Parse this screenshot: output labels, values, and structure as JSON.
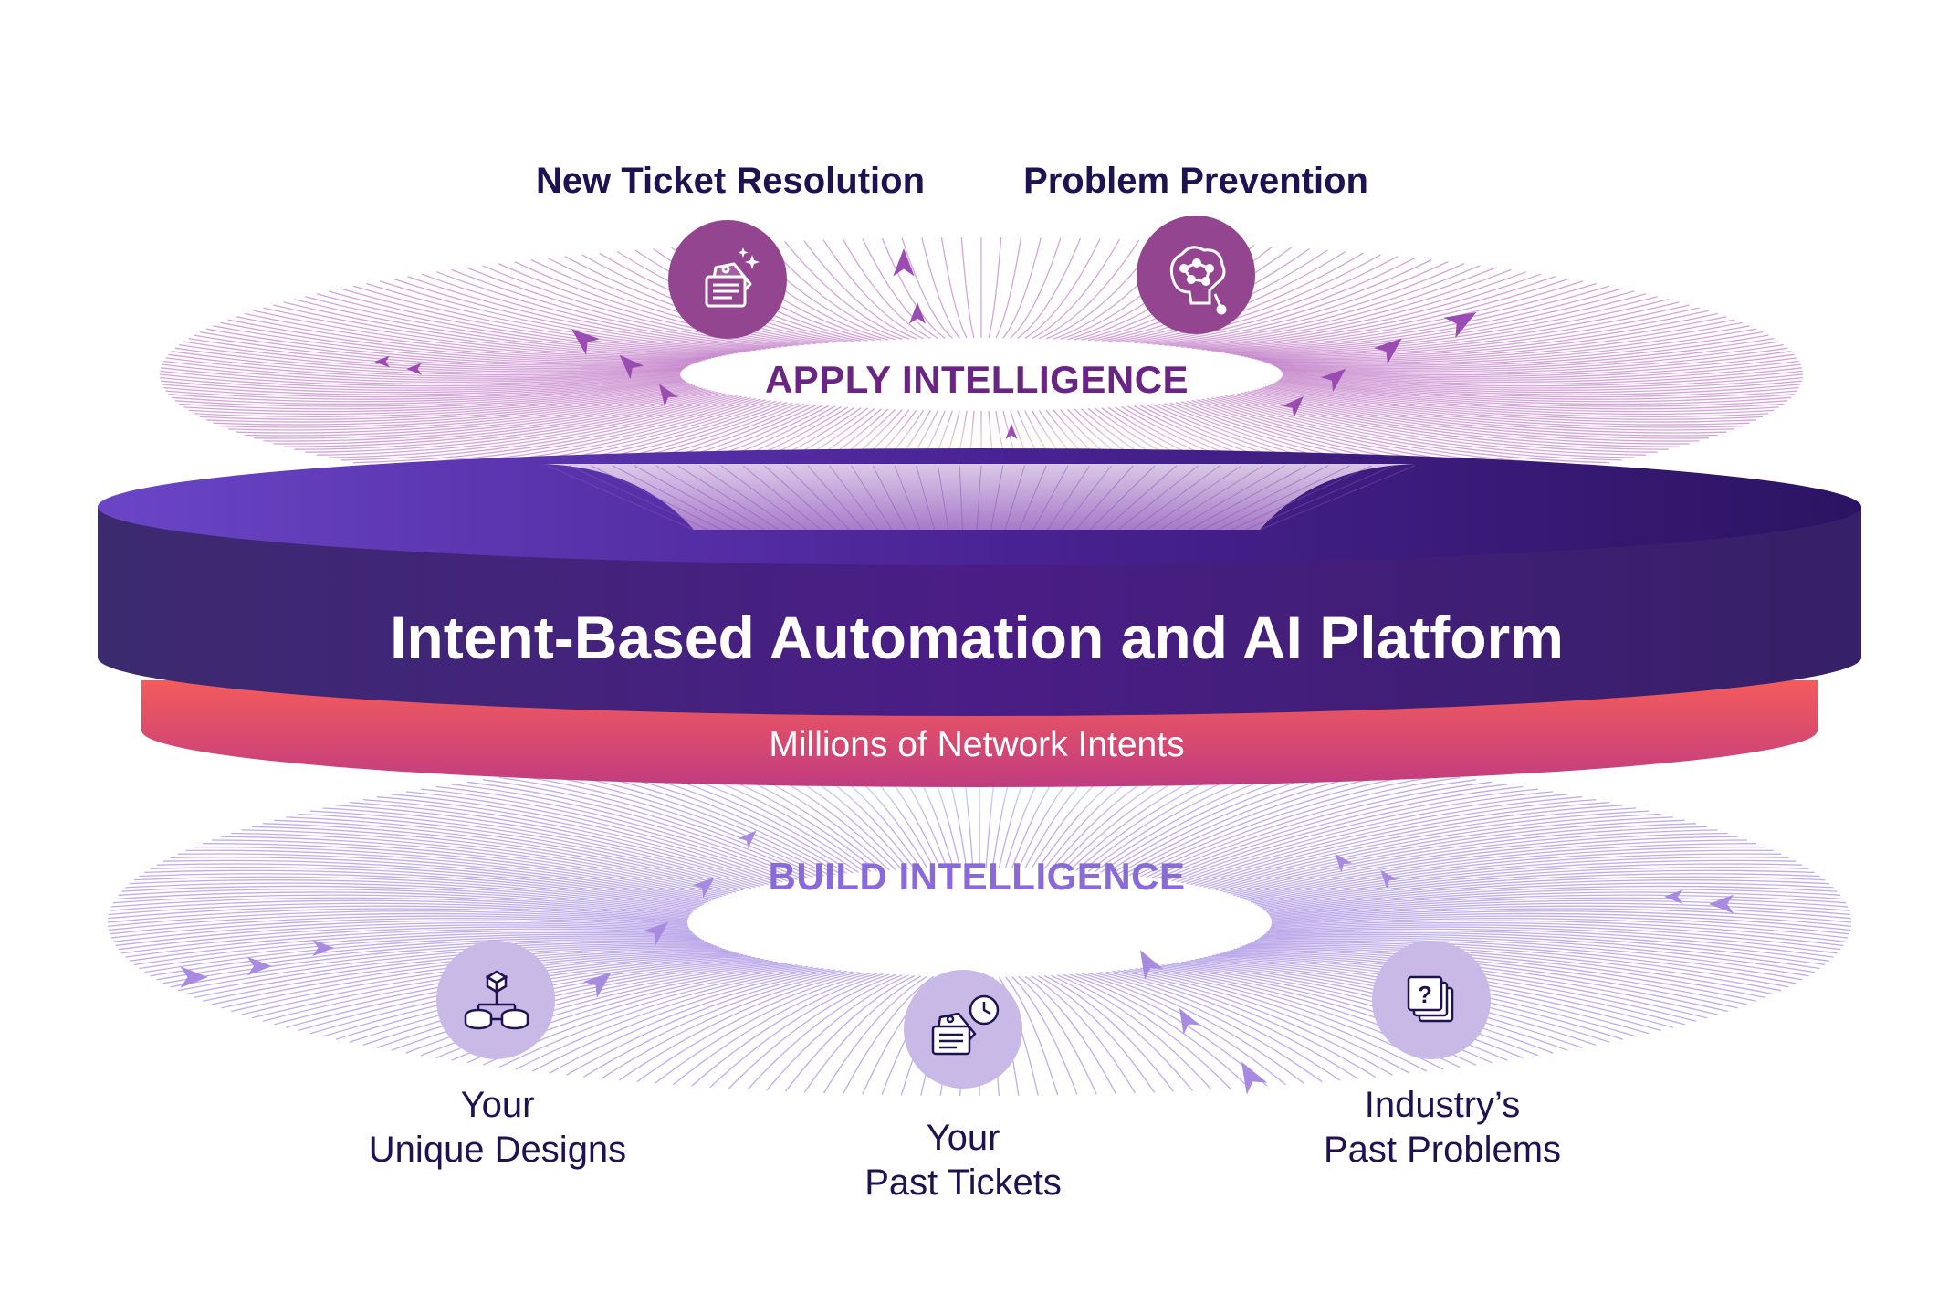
{
  "apply_section": {
    "title": "APPLY INTELLIGENCE",
    "outcomes": [
      {
        "label": "New Ticket Resolution",
        "icon": "ticket-sparkle-icon"
      },
      {
        "label": "Problem Prevention",
        "icon": "brain-circuit-icon"
      }
    ]
  },
  "platform": {
    "title": "Intent-Based Automation and AI Platform",
    "subtitle": "Millions of Network Intents"
  },
  "build_section": {
    "title": "BUILD INTELLIGENCE",
    "sources": [
      {
        "line1": "Your",
        "line2": "Unique Designs",
        "icon": "network-design-icon"
      },
      {
        "line1": "Your",
        "line2": "Past Tickets",
        "icon": "ticket-clock-icon"
      },
      {
        "line1": "Industry’s",
        "line2": "Past Problems",
        "icon": "question-stack-icon"
      }
    ]
  },
  "colors": {
    "platform_dark": "#3a1a78",
    "platform_light": "#6a3fc4",
    "band_coral": "#f2585e",
    "band_magenta": "#c4407a",
    "apply_icon_bg": "#94458f",
    "build_icon_bg": "#c8b9e6",
    "apply_lines": "#b05ab8",
    "build_lines": "#8a6ad8",
    "label_text": "#1f1250"
  }
}
